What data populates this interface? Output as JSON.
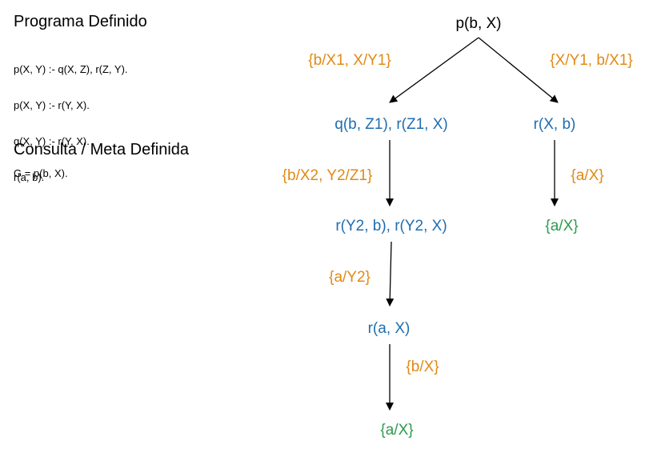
{
  "program": {
    "title": "Programa Definido",
    "clauses": [
      "p(X, Y) :- q(X, Z), r(Z, Y).",
      "p(X, Y) :- r(Y, X).",
      "q(X, Y) :- r(Y, X).",
      "r(a, b)."
    ]
  },
  "query": {
    "title": "Consulta / Meta Definida",
    "goal": "G = p(b, X)."
  },
  "tree": {
    "root": "p(b, X)",
    "nodes": {
      "left1": "q(b, Z1), r(Z1, X)",
      "right1": "r(X, b)",
      "left2": "r(Y2, b), r(Y2, X)",
      "right2": "{a/X}",
      "left3": "r(a, X)",
      "left4": "{a/X}"
    },
    "edges": {
      "root_left": "{b/X1, X/Y1}",
      "root_right": "{X/Y1, b/X1}",
      "left1_left2": "{b/X2, Y2/Z1}",
      "right1_right2": "{a/X}",
      "left2_left3": "{a/Y2}",
      "left3_left4": "{b/X}"
    },
    "colors": {
      "goal": "#1f6db0",
      "answer": "#2e9a4b",
      "substitution": "#e08a16"
    }
  }
}
